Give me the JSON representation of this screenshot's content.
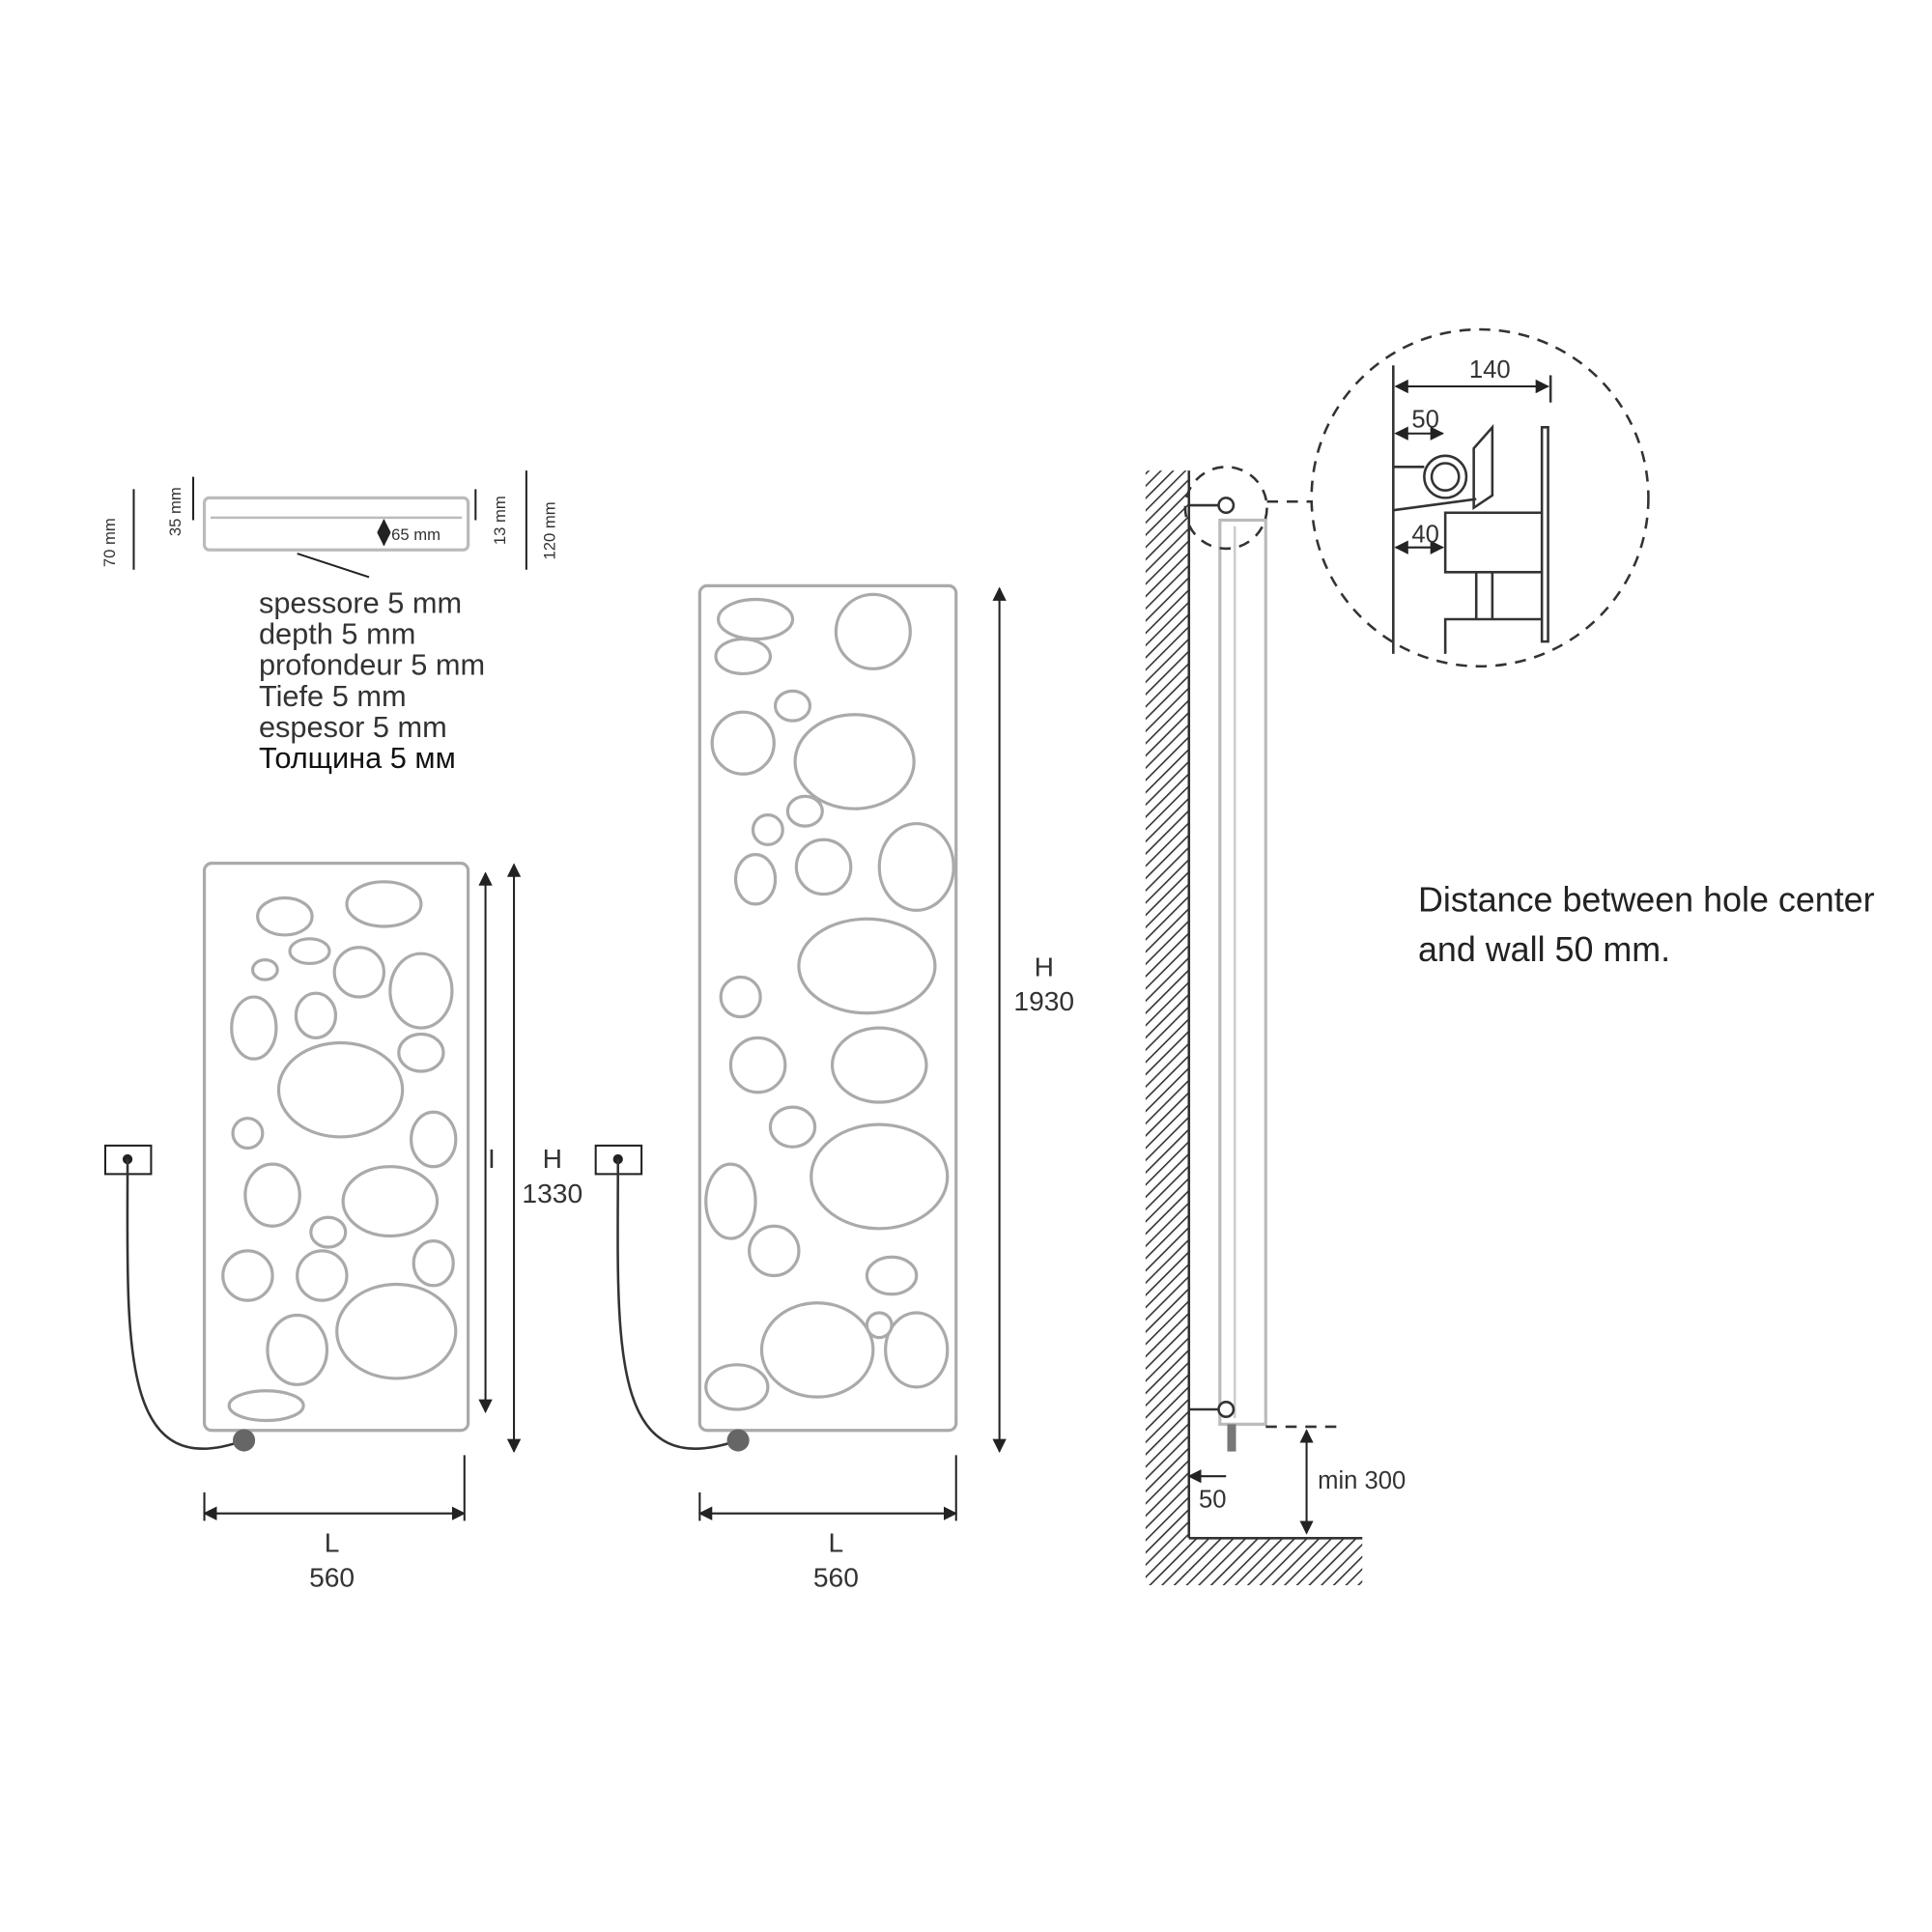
{
  "top_view": {
    "dims": [
      "70 mm",
      "35 mm",
      "65 mm",
      "13 mm",
      "120 mm"
    ],
    "thickness_labels": [
      "spessore 5 mm",
      "depth 5 mm",
      "profondeur 5 mm",
      "Tiefe 5 mm",
      "espesor 5 mm",
      "Толщина 5 мм"
    ]
  },
  "radiator_small": {
    "width_symbol": "L",
    "width": "560",
    "inner_symbol": "I",
    "height_symbol": "H",
    "height": "1330"
  },
  "radiator_large": {
    "width_symbol": "L",
    "width": "560",
    "height_symbol": "H",
    "height": "1930"
  },
  "side_view": {
    "detail": {
      "total": "140",
      "hole_to_wall": "50",
      "bracket": "40"
    },
    "wall_distance": "50",
    "floor_clearance": "min 300",
    "note_line1": "Distance between hole center",
    "note_line2": "and wall 50 mm."
  }
}
